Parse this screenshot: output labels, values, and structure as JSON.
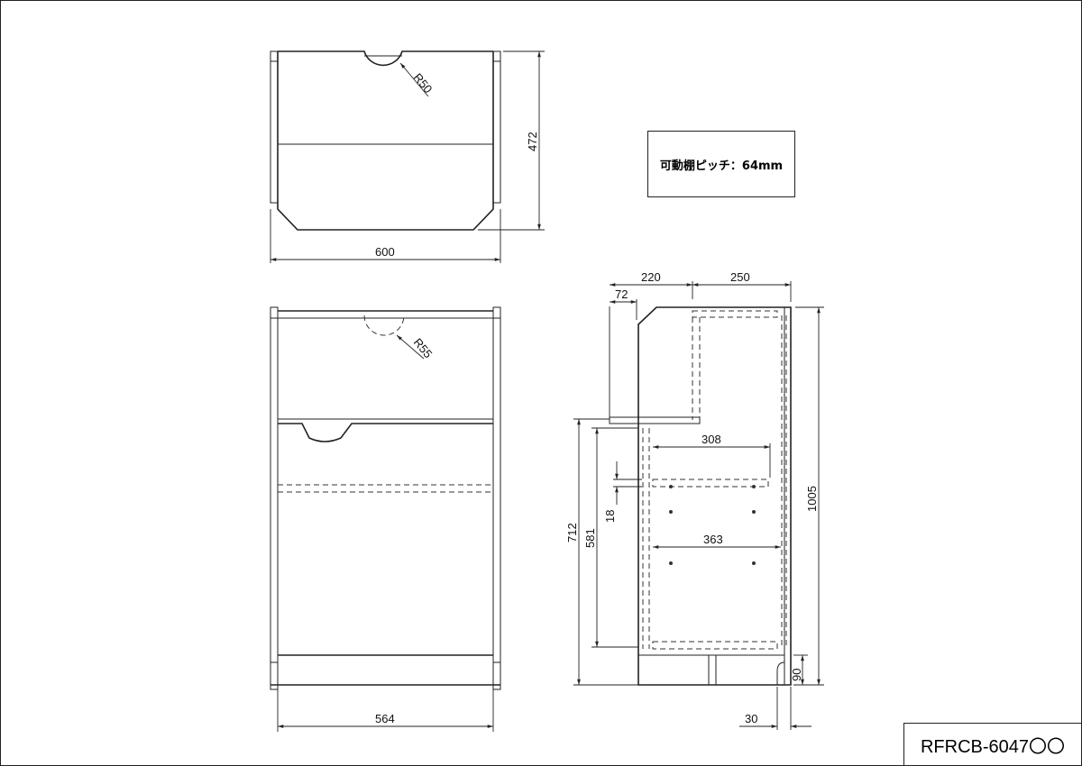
{
  "note": "可動棚ピッチ：64mm",
  "model_number": "RFRCB-6047〇〇",
  "top_view": {
    "width": "600",
    "depth": "472",
    "radius": "R50"
  },
  "front_view": {
    "inner_width": "564",
    "radius": "R55"
  },
  "side_view": {
    "dims": {
      "d220": "220",
      "d250": "250",
      "d72": "72",
      "d308": "308",
      "d363": "363",
      "d1005": "1005",
      "d712": "712",
      "d581": "581",
      "d18": "18",
      "d90": "90",
      "d30": "30"
    }
  }
}
